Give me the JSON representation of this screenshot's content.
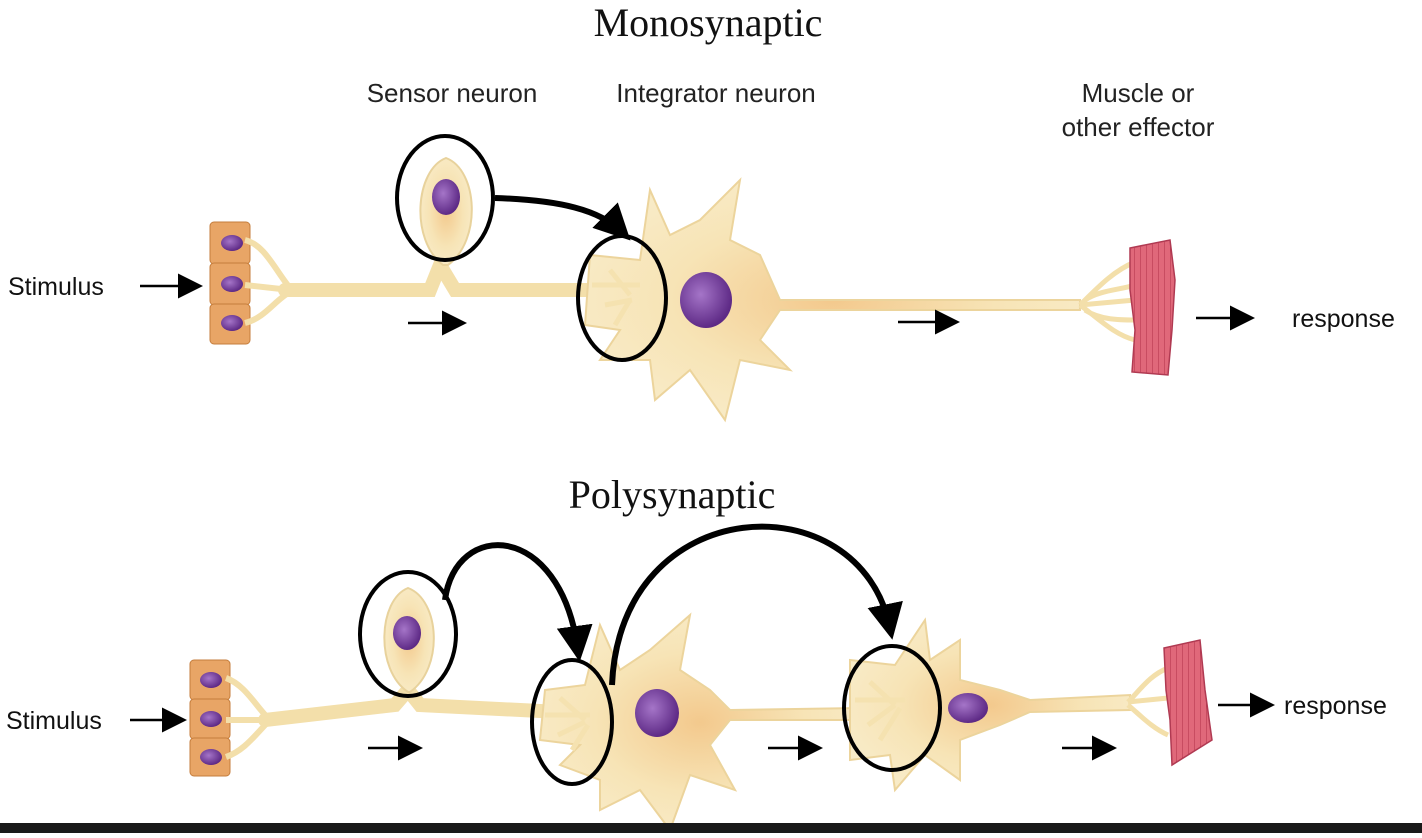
{
  "monosynaptic": {
    "title": "Monosynaptic",
    "labels": {
      "sensor": "Sensor neuron",
      "integrator": "Integrator neuron",
      "effector_line1": "Muscle or",
      "effector_line2": "other effector",
      "stimulus": "Stimulus",
      "response": "response"
    }
  },
  "polysynaptic": {
    "title": "Polysynaptic",
    "labels": {
      "stimulus": "Stimulus",
      "response": "response"
    }
  },
  "colors": {
    "neuron_fill": "#f6e6b8",
    "neuron_stroke": "#e2c98a",
    "nucleus": "#7a3fa0",
    "receptor_cell": "#e9a768",
    "muscle": "#d9556a",
    "circle": "#000000",
    "text": "#111111"
  }
}
